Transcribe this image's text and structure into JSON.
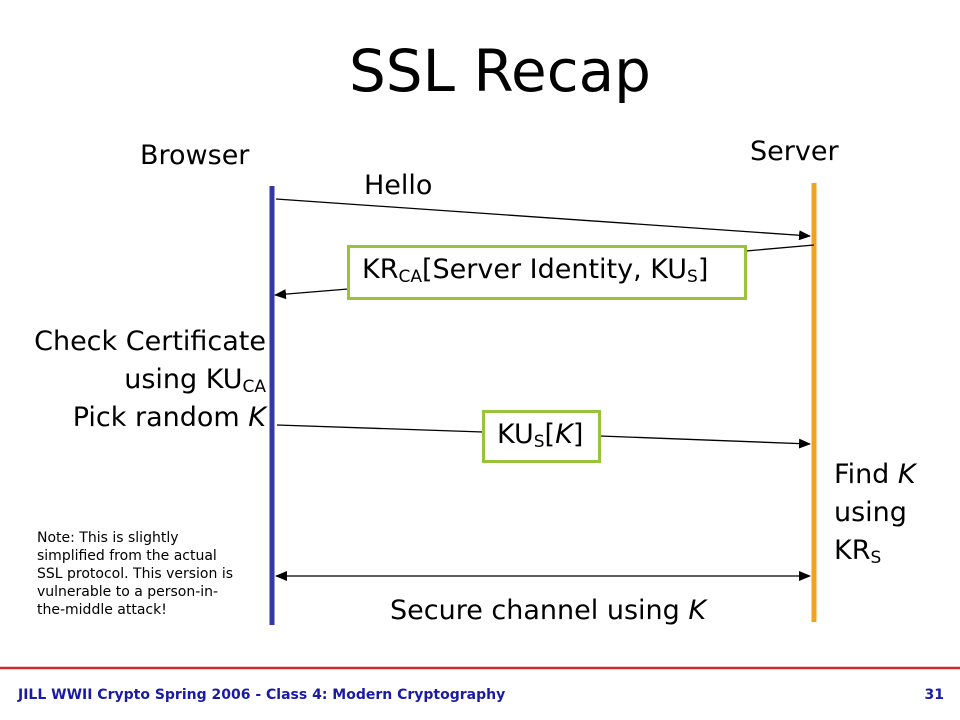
{
  "slide": {
    "title": "SSL Recap",
    "footer": "JILL WWII Crypto Spring 2006 - Class 4: Modern Cryptography",
    "page_number": "31"
  },
  "colors": {
    "browser_line": "#3636a8",
    "server_line": "#f0a31f",
    "box_border": "#99c33b",
    "footer_rule": "#d02a2a",
    "footer_text": "#1a1aa6"
  },
  "diagram": {
    "browser_label": "Browser",
    "server_label": "Server",
    "hello": "Hello",
    "cert_box": {
      "pre": "KR",
      "sub1": "CA",
      "mid": "[Server Identity, KU",
      "sub2": "S",
      "post": "]"
    },
    "browser_steps": {
      "line1": "Check Certificate",
      "line2_pre": "using KU",
      "line2_sub": "CA",
      "line3_pre": "Pick random ",
      "line3_var": "K"
    },
    "key_box": {
      "pre": "KU",
      "sub": "S",
      "open": "[",
      "var": "K",
      "close": "]"
    },
    "server_steps": {
      "line1_pre": "Find ",
      "line1_var": "K",
      "line2": "using",
      "line3_pre": "KR",
      "line3_sub": "S"
    },
    "secure_channel": {
      "pre": "Secure channel using ",
      "var": "K"
    },
    "note": "Note: This is slightly simplified from the actual SSL protocol.  This version is vulnerable to a person-in-the-middle attack!"
  }
}
